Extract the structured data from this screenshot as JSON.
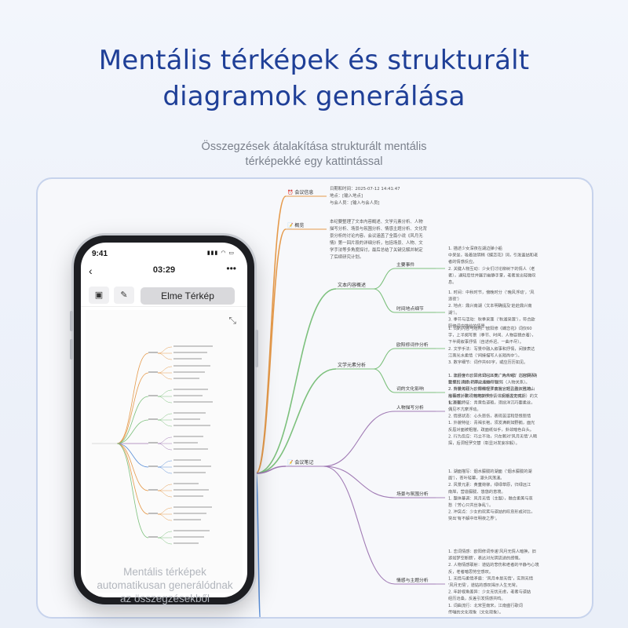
{
  "headline": {
    "line1": "Mentális térképek és strukturált",
    "line2": "diagramok generálása"
  },
  "subhead": {
    "line1": "Összegzések átalakítása strukturált mentális",
    "line2": "térképekké egy kattintással"
  },
  "caption": {
    "line1": "Mentális térképek",
    "line2": "automatikusan generálódnak",
    "line3": "az összegzésekből"
  },
  "phone": {
    "status_time": "9:41",
    "status_icons": "▮▮▮ ◠ ▭",
    "nav_back": "‹",
    "nav_title": "03:29",
    "nav_more": "•••",
    "tool_doc_icon": "▣",
    "tool_edit_icon": "✎",
    "mode_button": "Elme Térkép",
    "expand_icon": "⤡"
  },
  "colors": {
    "headline": "#1f3f97",
    "panel_border": "#c7d3ec",
    "branch_orange": "#e59a4b",
    "branch_green": "#7cc07c",
    "branch_purple": "#a07ab4",
    "branch_blue": "#5a8fd8"
  },
  "mindmap": {
    "branches": [
      {
        "label": "⏰ 会议信息",
        "color": "#e59a4b",
        "notes": [
          "日期和时间：2025-07-12 14:41:47",
          "地点：[输入地点]",
          "与会人员：[输入与会人员]"
        ]
      },
      {
        "label": "📝 概览",
        "color": "#e59a4b",
        "notes": [
          "本纪要整理了文本内容概述、文学元素分析、人物",
          "描写分析、场景与氛围分析、情感主题分析、文化背",
          "景分析的讨论内容。会议涵盖了全篇小说《风月无",
          "情》第一回片段的详细分析，包括场景、人物、文",
          "学手法等多角度探讨，最后总结了关键见解并制定",
          "了后续研究计划。"
        ]
      },
      {
        "label": "文本内容概述",
        "color": "#7cc07c",
        "subs": [
          {
            "label": "主要事件",
            "notes": [
              "1. 描述少女深夜在湖边弹小船",
              "中呆坐，吸着敛阴稍《蝶恋花》词，引发盖姑和老",
              "者的情感反应。",
              "2. 关键人物互动：少女们讨论柳树下的情人（老",
              "者），通知后世并展示幽静手掌，老者发出轻微叹",
              "息。"
            ]
          },
          {
            "label": "时间地点细节",
            "notes": [
              "1. 时间：中秋时节，傍晚时分（'晚风浮动'，'风",
              "浪夜'）",
              "2. 地点：鼎兴南湖（文本明确提及'赴赴鼎兴南",
              "湖'）。",
              "3. 季节与活动：秋季采莲（'秋湖采莲'），符合欧",
              "阳修词中描绘的情景。"
            ]
          }
        ]
      },
      {
        "label": "文学元素分析",
        "color": "#7cc07c",
        "subs": [
          {
            "label": "欧阳修词作分析",
            "notes": [
              "1. 词的内容与结构：欧阳修《蝶恋花》词仅60",
              "字，上半阕写景（季节、时间、人物容貌衣着），",
              "下半阕叙事抒情（自述乔迟、一曲不尽）。",
              "2. 文学手法：写景中融入叙事和抒情，间接表达",
              "江南光水柔情（'间接描写人长短尚中'）。",
              "3. 数字细节：词作共60字，或应历历如见。"
            ]
          },
          {
            "label": "词的文化影响",
            "notes": [
              "1. 流行度：欧阳修词在江南广为传唱，达官贵人",
              "至平民诵诵（'有井水处有歌'）。",
              "2. 背景关联：欧阳修在江南为官时，融入当地山",
              "水情感，歌颂南宋享乐亲情（反映古史时期）的文",
              "化流变。"
            ]
          }
        ]
      },
      {
        "label": "📝 会议笔记",
        "color": "#a07ab4",
        "subs": [
          {
            "label": "人物描写分析",
            "notes": [
              "1. 年龄分布：三人15-16岁，两人9岁（文本明确",
              "数据），均为韩承之妻妹子当伴（人物关系）。",
              "2. 外貌与行为：穿褐轻罗衣裳，姐盈金钗胜鸩，",
              "描摹时娇笑（'格格娇笑'），体现活泼天真。",
              "1. 外貌特征：青黄色道袍，须捻洋沉巧要柔丝，",
              "偶见不亢摩浮动。",
              "2. 情感状态：心头悲伤，表现苦涩和怨恨悲情",
              "1. 外貌特征：青褐长袍，须发满剃如野鹅，面光",
              "反唇对面被粗描，疏面纸似手，卦敛暗色白头。",
              "2. 行为反应：巧立不动，只在赖对'风月无情'人睛",
              "探，后洞轻罗交替（彰显对发妄宗毅）。"
            ]
          },
          {
            "label": "场景与氛围分析",
            "notes": [
              "1. 湖面描写：烟水朦胧的湖面（'烟水朦胧的湖",
              "面'），苍叶轻幕，漫头风荡漾。",
              "2. 风景元素：黄童荷柳，绿绿草原，归绿远江",
              "南岸，营造朦胧、悠悠的意境。",
              "1. 整体基调：风月无情（主题），融合柔美与哀",
              "愁（'芳心只共丝争乱'）。",
              "2. 冲突点：少女的欢笑与道姑的叹息形成对比，",
              "突出'有不解中年明夜之界'。"
            ]
          },
          {
            "label": "情感与主题分析",
            "notes": [
              "1. 恋词情感：欧阳修词传递'风月无情人暗换，旧",
              "游如梦空断肠'，表达对光阴流逝的感慨。",
              "2. 人物情感联射：道姑的悲伤和老者的平静与心境",
              "反，老者暗思劳空感叹。",
              "1. 无情与柔情矛盾：'风月本是无情'，实则无情",
              "'风月无情'，道姑的感叹揭示人生无常。",
              "2. 年龄视角差异：少女无忧无虑，老者与道姑",
              "经历沧桑，反差引发情感共鸣。",
              "1. 词曲流行：北宋至南宋，江南盛行歌词",
              "传唱的文化现象（文化现象）。"
            ]
          }
        ]
      }
    ]
  }
}
